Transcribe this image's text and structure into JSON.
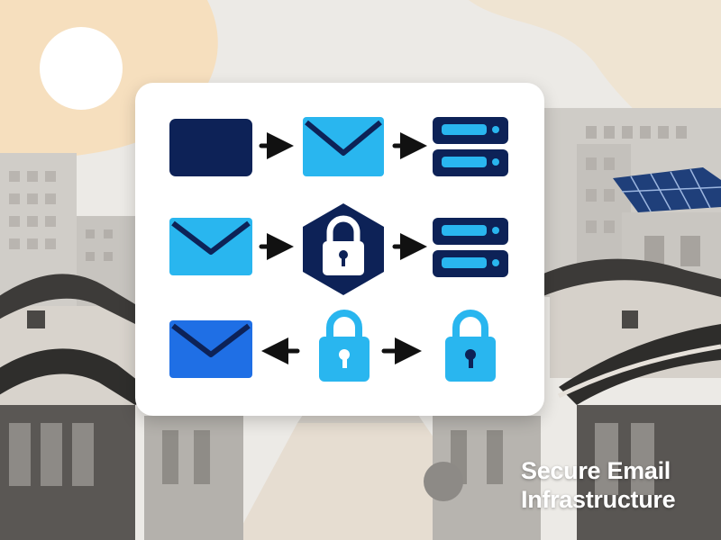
{
  "caption": {
    "line1": "Secure Email",
    "line2": "Infrastructure"
  },
  "colors": {
    "navy": "#0d2257",
    "light_blue": "#29b6ef",
    "royal_blue": "#1f6fe5",
    "arrow": "#111111",
    "card": "#ffffff",
    "sky": "#f6dfbe",
    "sun": "#ffffff"
  },
  "flows": [
    {
      "id": "row-1",
      "items": [
        "document-icon",
        "arrow-right",
        "envelope-icon",
        "arrow-right",
        "server-icon"
      ]
    },
    {
      "id": "row-2",
      "items": [
        "envelope-icon",
        "arrow-right",
        "lock-hexagon-icon",
        "arrow-right",
        "server-icon"
      ]
    },
    {
      "id": "row-3",
      "items": [
        "envelope-icon",
        "arrow-left",
        "lock-icon",
        "arrow-right",
        "lock-icon"
      ]
    }
  ]
}
